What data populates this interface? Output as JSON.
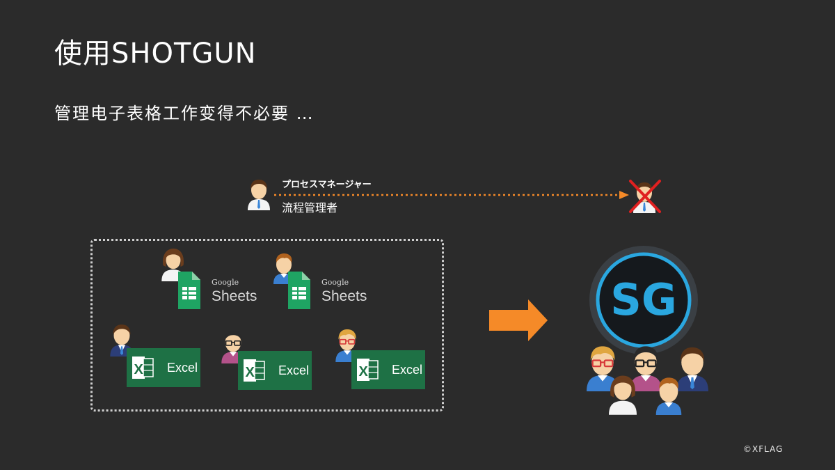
{
  "slide": {
    "title": "使用SHOTGUN",
    "subtitle": "管理电子表格工作变得不必要 …",
    "copyright": "©XFLAG"
  },
  "process_manager": {
    "role_label": "プロセスマネージャー",
    "role_label_zh": "流程管理者"
  },
  "tools": {
    "google_sheets": {
      "brand": "Google",
      "product": "Sheets"
    },
    "excel": {
      "product": "Excel"
    }
  },
  "shotgun_logo": {
    "text": "SG"
  },
  "colors": {
    "background": "#2b2b2b",
    "arrow_orange": "#f58a28",
    "sheets_green": "#1fa463",
    "excel_green": "#1e7145",
    "sg_blue": "#2aa7e0",
    "cross_red": "#e02020"
  }
}
